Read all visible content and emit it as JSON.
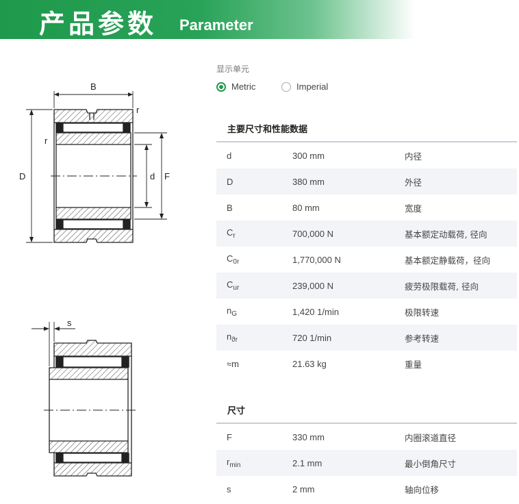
{
  "header": {
    "title_cn": "产品参数",
    "title_en": "Parameter"
  },
  "drawing": {
    "top_labels": {
      "B": "B",
      "r_top": "r",
      "r_left": "r",
      "D": "D",
      "d": "d",
      "F": "F"
    },
    "bottom_labels": {
      "s": "s"
    }
  },
  "units": {
    "label": "显示单元",
    "metric": "Metric",
    "imperial": "Imperial",
    "selected": "Metric"
  },
  "main_section": {
    "title": "主要尺寸和性能数据",
    "rows": [
      {
        "sym": "d",
        "sub": "",
        "value": "300 mm",
        "desc": "内径"
      },
      {
        "sym": "D",
        "sub": "",
        "value": "380 mm",
        "desc": "外径"
      },
      {
        "sym": "B",
        "sub": "",
        "value": "80 mm",
        "desc": "宽度"
      },
      {
        "sym": "C",
        "sub": "r",
        "value": "700,000 N",
        "desc": "基本额定动载荷, 径向"
      },
      {
        "sym": "C",
        "sub": "0r",
        "value": "1,770,000 N",
        "desc": "基本额定静载荷，径向"
      },
      {
        "sym": "C",
        "sub": "ur",
        "value": "239,000 N",
        "desc": "疲劳极限载荷, 径向"
      },
      {
        "sym": "n",
        "sub": "G",
        "value": "1,420 1/min",
        "desc": "极限转速"
      },
      {
        "sym": "n",
        "sub": "ϑr",
        "value": "720 1/min",
        "desc": "参考转速"
      },
      {
        "sym": "≈m",
        "sub": "",
        "value": "21.63 kg",
        "desc": "重量"
      }
    ]
  },
  "dim_section": {
    "title": "尺寸",
    "rows": [
      {
        "sym": "F",
        "sub": "",
        "value": "330 mm",
        "desc": "内圈滚道直径"
      },
      {
        "sym": "r",
        "sub": "min",
        "value": "2.1 mm",
        "desc": "最小倒角尺寸"
      },
      {
        "sym": "s",
        "sub": "",
        "value": "2 mm",
        "desc": "轴向位移"
      }
    ]
  }
}
